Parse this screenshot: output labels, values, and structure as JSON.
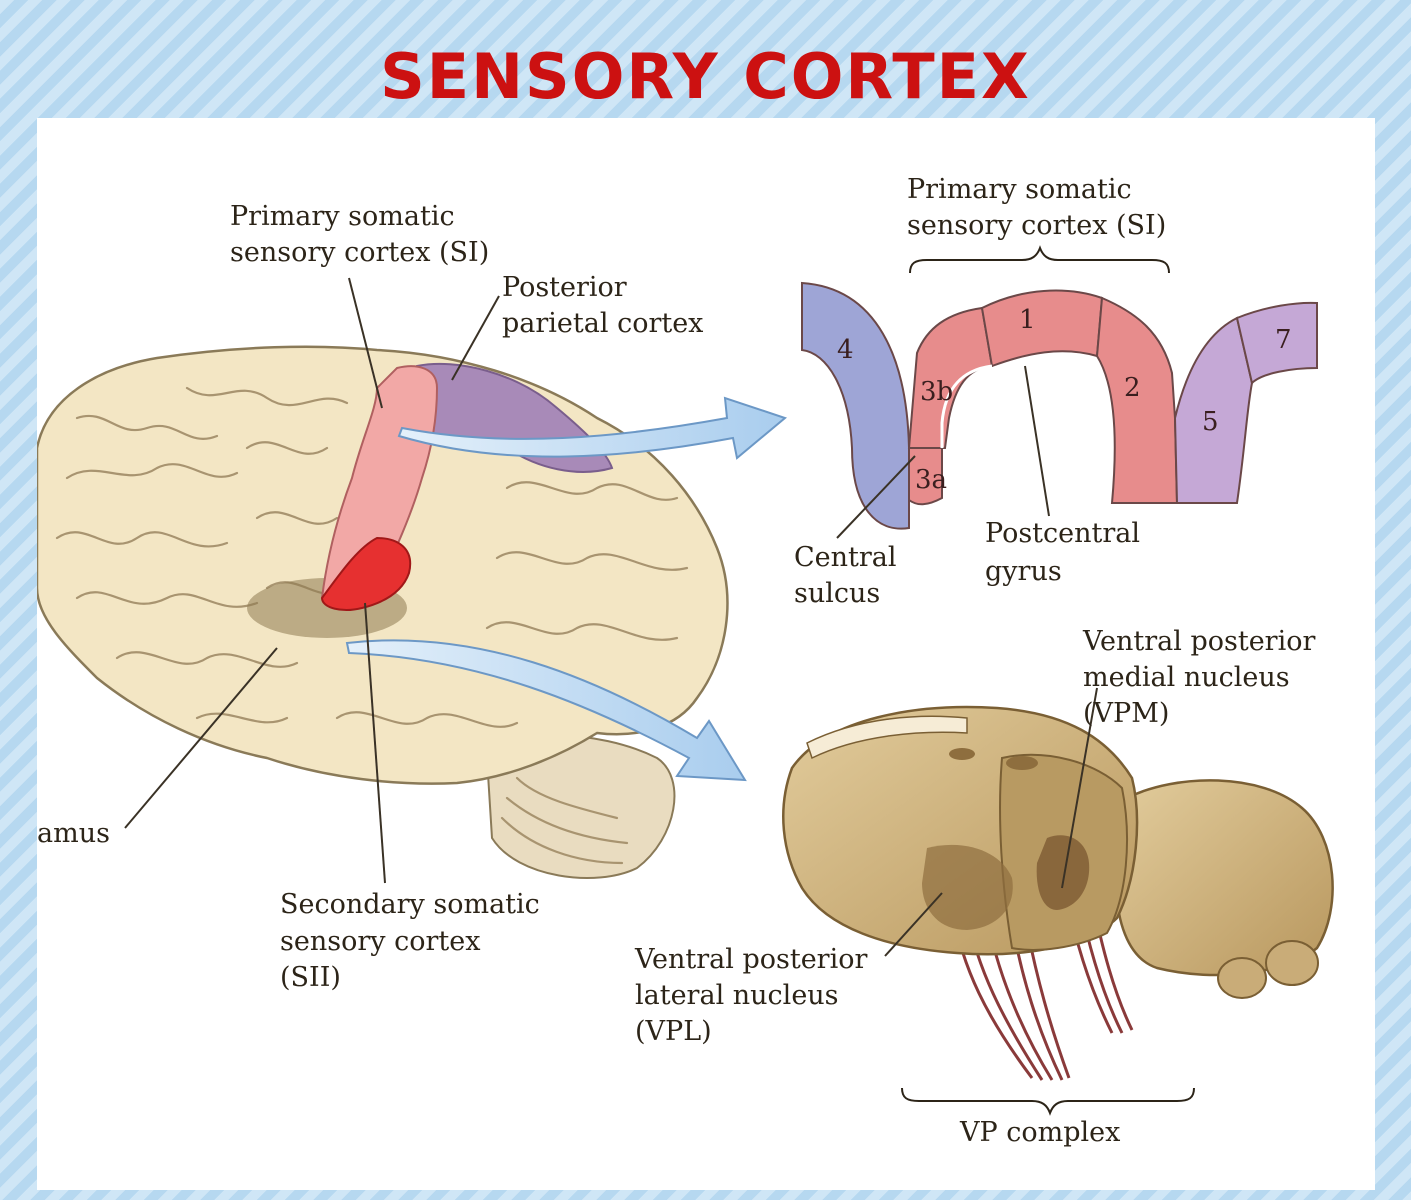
{
  "title": "SENSORY CORTEX",
  "labels": {
    "si_left_line1": "Primary somatic",
    "si_left_line2": "sensory cortex (SI)",
    "ppc_line1": "Posterior",
    "ppc_line2": "parietal cortex",
    "thalamus_partial": "amus",
    "sii_line1": "Secondary somatic",
    "sii_line2": "sensory cortex",
    "sii_line3": "(SII)",
    "si_right_line1": "Primary somatic",
    "si_right_line2": "sensory cortex (SI)",
    "central_line1": "Central",
    "central_line2": "sulcus",
    "postcentral_line1": "Postcentral",
    "postcentral_line2": "gyrus",
    "vpm_line1": "Ventral posterior",
    "vpm_line2": "medial nucleus",
    "vpm_line3": "(VPM)",
    "vpl_line1": "Ventral posterior",
    "vpl_line2": "lateral nucleus",
    "vpl_line3": "(VPL)",
    "vp_complex": "VP complex"
  },
  "areas": {
    "a1": "1",
    "a2": "2",
    "a3a": "3a",
    "a3b": "3b",
    "a4": "4",
    "a5": "5",
    "a7": "7"
  },
  "colors": {
    "title": "#cc1111",
    "brain": "#f3e6c4",
    "si": "#f2a8a6",
    "sii": "#e63030",
    "ppc": "#a88ab8",
    "area4": "#9ea5d6",
    "area_si": "#e78c8c",
    "area5_7": "#c5a8d6",
    "thalamus": "#c9ac78",
    "arrow": "#b3d4f0"
  }
}
